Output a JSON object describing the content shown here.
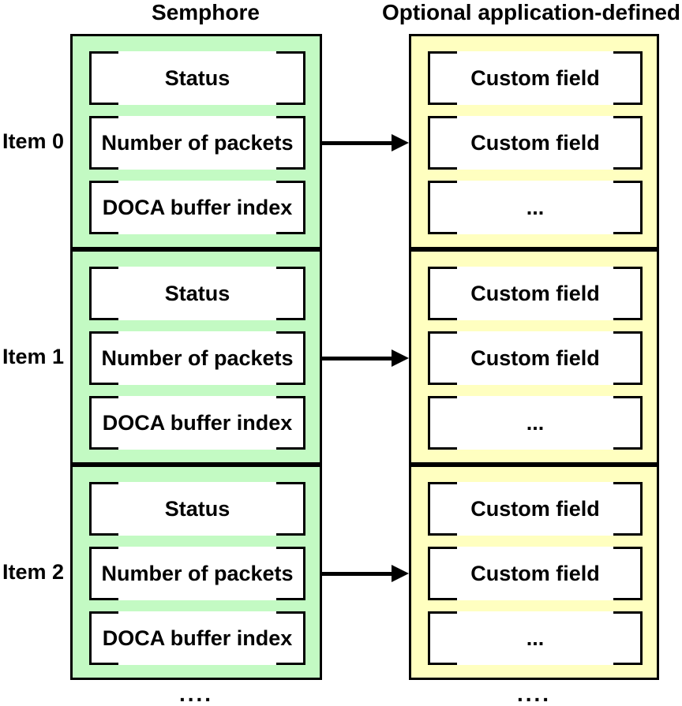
{
  "headers": {
    "left": "Semphore",
    "right": "Optional application-defined"
  },
  "items": [
    {
      "label": "Item 0",
      "semaphore_fields": [
        "Status",
        "Number of packets",
        "DOCA buffer index"
      ],
      "app_fields": [
        "Custom field",
        "Custom field",
        "..."
      ]
    },
    {
      "label": "Item 1",
      "semaphore_fields": [
        "Status",
        "Number of packets",
        "DOCA buffer index"
      ],
      "app_fields": [
        "Custom field",
        "Custom field",
        "..."
      ]
    },
    {
      "label": "Item 2",
      "semaphore_fields": [
        "Status",
        "Number of packets",
        "DOCA buffer index"
      ],
      "app_fields": [
        "Custom field",
        "Custom field",
        "..."
      ]
    }
  ],
  "footer": {
    "left_ellipsis": "....",
    "right_ellipsis": "...."
  },
  "colors": {
    "semaphore_fill": "#c3fac3",
    "app_fill": "#ffffc0",
    "line": "#000000"
  }
}
